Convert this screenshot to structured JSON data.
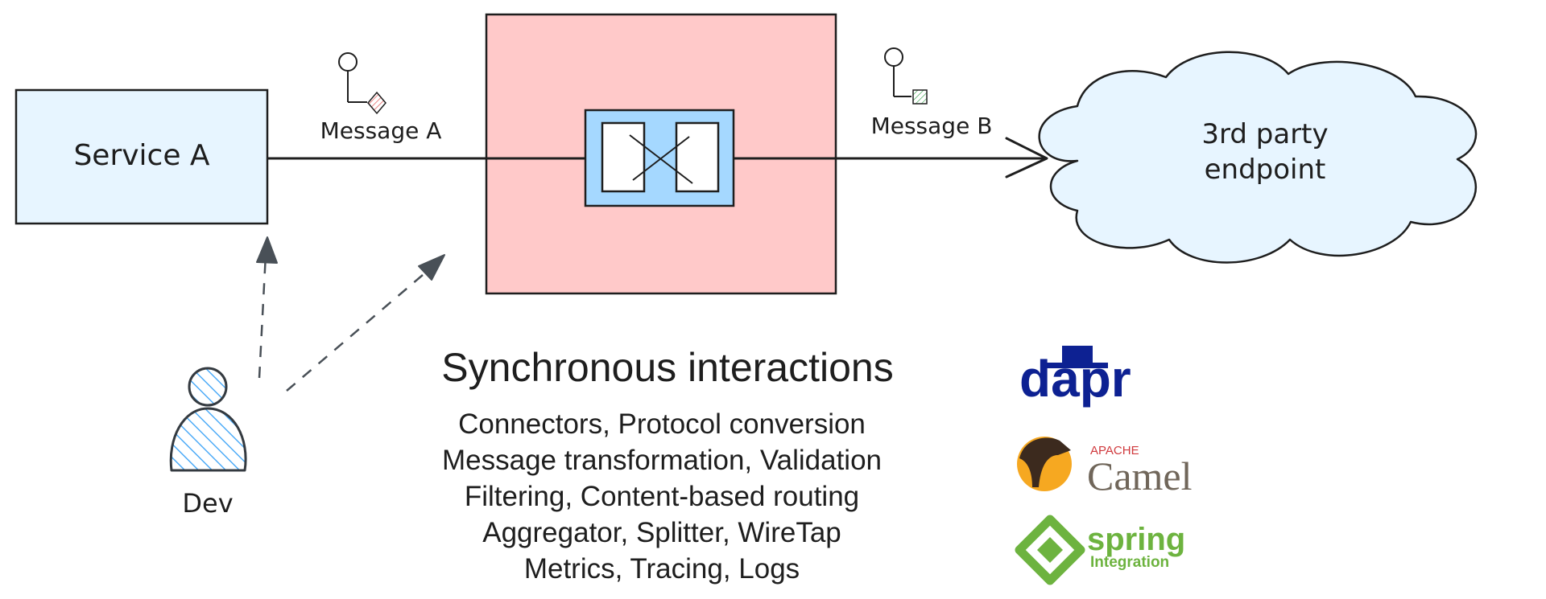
{
  "service": {
    "label": "Service A"
  },
  "messages": {
    "a": {
      "label": "Message A"
    },
    "b": {
      "label": "Message B"
    }
  },
  "endpoint": {
    "line1": "3rd party",
    "line2": "endpoint"
  },
  "actor": {
    "label": "Dev"
  },
  "caption": {
    "title": "Synchronous interactions",
    "lines": [
      "Connectors, Protocol conversion",
      "Message transformation, Validation",
      "Filtering, Content-based routing",
      "Aggregator, Splitter, WireTap",
      "Metrics, Tracing, Logs"
    ]
  },
  "logos": {
    "dapr": {
      "text": "dapr",
      "color": "#0d2192"
    },
    "camel": {
      "prefix": "APACHE",
      "name": "Camel",
      "prefix_color": "#d0393d",
      "name_color": "#70665a"
    },
    "spring": {
      "name": "spring",
      "sub": "Integration",
      "color": "#6db33f"
    }
  },
  "colors": {
    "service_fill": "#e7f5ff",
    "integration_fill": "#ffc9c9",
    "processor_fill": "#a5d8ff",
    "cloud_fill": "#e7f5ff",
    "stroke": "#1e1e1e",
    "dev_hatch": "#4dabf7"
  }
}
